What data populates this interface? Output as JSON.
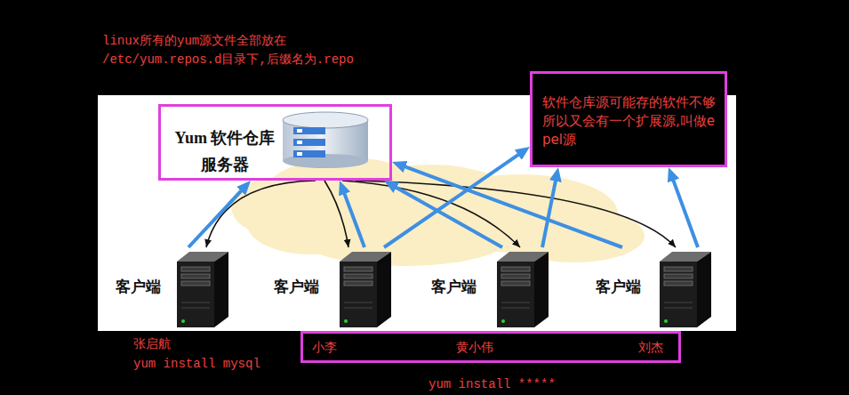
{
  "diagram": {
    "nodes": [
      {
        "text": [
          "Yum 软件仓库 服务器"
        ]
      },
      {
        "text": [
          "软件仓库源可能存的软件不够所以又会有一个扩展源,叫做epel源"
        ]
      },
      {
        "text": [
          "客户端"
        ]
      },
      {
        "text": [
          "客户端"
        ]
      },
      {
        "text": [
          "客户端"
        ]
      },
      {
        "text": [
          "客户端"
        ]
      },
      {
        "text": [
          "小李",
          "黄小伟",
          "刘杰"
        ]
      }
    ],
    "edges": [
      {
        "from": 0,
        "to": 2,
        "arrow": "to"
      },
      {
        "from": 0,
        "to": 3,
        "arrow": "to"
      },
      {
        "from": 0,
        "to": 4,
        "arrow": "to"
      },
      {
        "from": 0,
        "to": 5,
        "arrow": "to"
      },
      {
        "from": 2,
        "to": 0,
        "arrow": "to"
      },
      {
        "from": 3,
        "to": 0,
        "arrow": "to"
      },
      {
        "from": 3,
        "to": 1,
        "arrow": "to"
      },
      {
        "from": 4,
        "to": 0,
        "arrow": "to"
      },
      {
        "from": 4,
        "to": 1,
        "arrow": "to"
      },
      {
        "from": 5,
        "to": 0,
        "arrow": "to"
      },
      {
        "from": 5,
        "to": 1,
        "arrow": "to"
      }
    ],
    "labels": [
      "linux所有的yum源文件全部放在 /etc/yum.repos.d目录下,后缀名为.repo",
      "张启航",
      "yum install mysql",
      "yum install *****"
    ]
  }
}
